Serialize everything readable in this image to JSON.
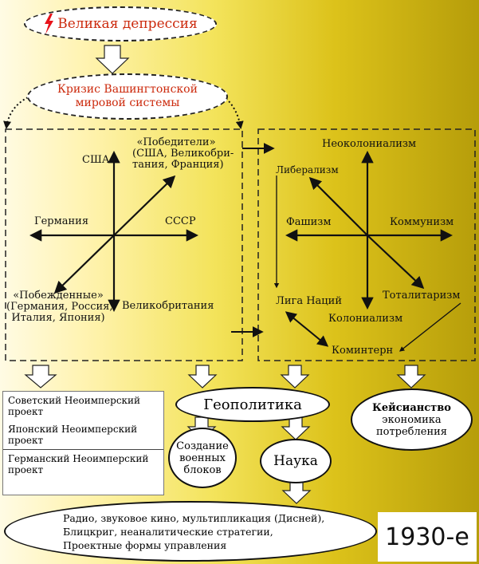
{
  "top": {
    "depression": "Великая депрессия",
    "crisis_line1": "Кризис Вашингтонской",
    "crisis_line2": "мировой системы"
  },
  "left_panel": {
    "usa": "США",
    "winners_l1": "«Победители»",
    "winners_l2": "(США, Великобри-",
    "winners_l3": "тания, Франция)",
    "germany": "Германия",
    "ussr": "СССР",
    "losers_l1": "«Побежденные»",
    "losers_l2": "(Германия, Россия,",
    "losers_l3": "Италия, Япония)",
    "britain": "Великобритания"
  },
  "right_panel": {
    "neocolonialism": "Неоколониализм",
    "liberalism": "Либерализм",
    "fascism": "Фашизм",
    "communism": "Коммунизм",
    "league": "Лига Наций",
    "totalitarianism": "Тоталитаризм",
    "colonialism": "Колониализм",
    "comintern": "Коминтерн"
  },
  "projects": [
    {
      "l1": "Советский Неоимперский",
      "l2": "проект"
    },
    {
      "l1": "Японский Неоимперский",
      "l2": "проект"
    },
    {
      "l1": "Германский Неоимперский",
      "l2": "проект"
    }
  ],
  "geopolitics": "Геополитика",
  "keynes": {
    "title": "Кейсианство",
    "l2": "экономика",
    "l3": "потребления"
  },
  "blocs": {
    "l1": "Создание",
    "l2": "военных",
    "l3": "блоков"
  },
  "science": "Наука",
  "bottom": {
    "l1": "Радио, звуковое кино, мультипликация (Дисней),",
    "l2": "Блицкриг, неаналитические стратегии,",
    "l3": "Проектные формы управления"
  },
  "year": "1930-е",
  "colors": {
    "accent_red": "#cc2a0d",
    "lightning": "#e8131a"
  }
}
